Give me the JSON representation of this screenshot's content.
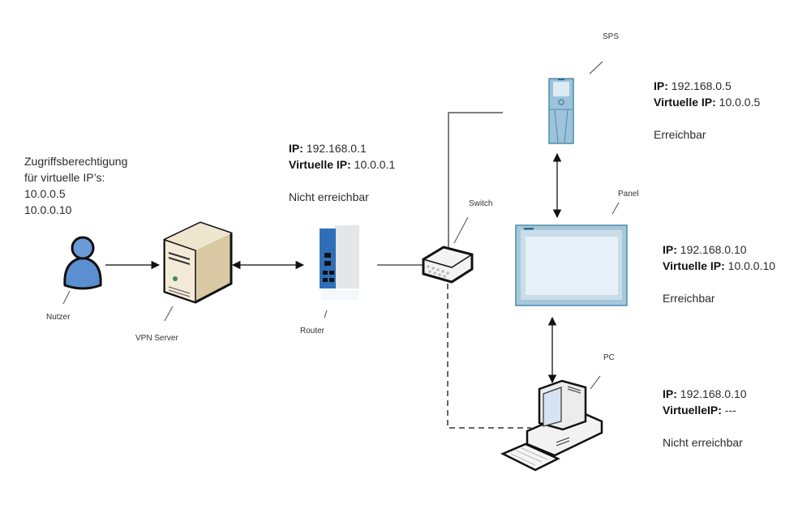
{
  "access_note": {
    "lines": [
      "Zugriffsberechtigung",
      "für virtuelle IP’s:",
      "10.0.0.5",
      "10.0.0.10"
    ]
  },
  "devices": {
    "user": {
      "label": "Nutzer",
      "icon": "user-icon"
    },
    "vpn_server": {
      "label": "VPN Server",
      "icon": "server-icon"
    },
    "router": {
      "label": "Router",
      "icon": "router-icon"
    },
    "switch": {
      "label": "Switch",
      "icon": "switch-icon"
    },
    "sps": {
      "label": "SPS",
      "icon": "plc-icon"
    },
    "panel": {
      "label": "Panel",
      "icon": "hmi-panel-icon"
    },
    "pc": {
      "label": "PC",
      "icon": "pc-icon"
    }
  },
  "info_boxes": {
    "router": {
      "ip_key": "IP:",
      "ip": "192.168.0.1",
      "vip_key": "Virtuelle IP:",
      "vip": "10.0.0.1",
      "status": "Nicht erreichbar"
    },
    "sps": {
      "ip_key": "IP:",
      "ip": "192.168.0.5",
      "vip_key": "Virtuelle IP:",
      "vip": "10.0.0.5",
      "status": "Erreichbar"
    },
    "panel": {
      "ip_key": "IP:",
      "ip": "192.168.0.10",
      "vip_key": "Virtuelle IP:",
      "vip": "10.0.0.10",
      "status": "Erreichbar"
    },
    "pc": {
      "ip_key": "IP:",
      "ip": "192.168.0.10",
      "vip_key": "VirtuelleIP:",
      "vip": "---",
      "status": "Nicht erreichbar"
    }
  },
  "colors": {
    "user_blue": "#5b8fcf",
    "server_beige": "#e8dcc0",
    "router_blue": "#2f6fb8",
    "siemens_teal": "#7aaec8",
    "line_gray": "#555555"
  }
}
